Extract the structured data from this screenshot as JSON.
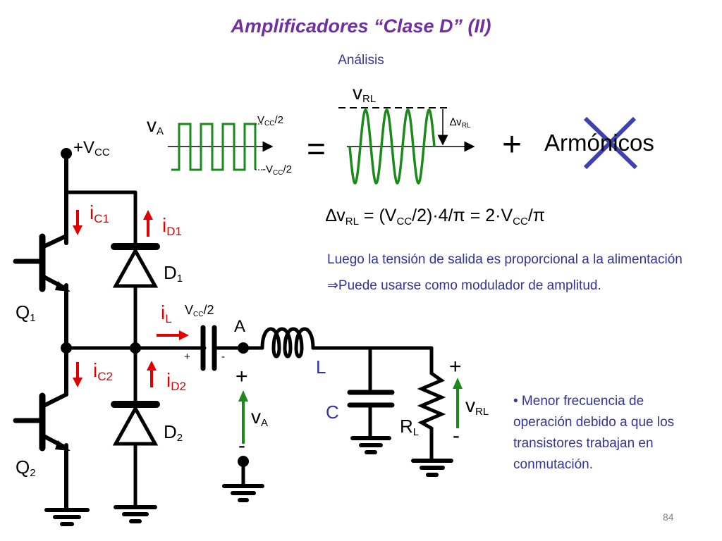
{
  "title": "Amplificadores “Clase D” (II)",
  "subtitle": "Análisis",
  "waveforms": {
    "vA_label": "v",
    "vA_sub": "A",
    "vcc_half_pos": "V",
    "vcc_half_pos_sub": "CC",
    "vcc_half_pos_tail": "/2",
    "vcc_half_neg": "-V",
    "vcc_half_neg_sub": "CC",
    "vcc_half_neg_tail": "/2",
    "equals": "=",
    "vRL_label": "v",
    "vRL_sub": "RL",
    "delta_vRL": "∆v",
    "delta_vRL_sub": "RL",
    "plus": "+",
    "armonicos": "Armónicos"
  },
  "formula": {
    "p1": "∆v",
    "s1": "RL",
    "p2": " = (V",
    "s2": "CC",
    "p3": "/2)·4/π = 2·V",
    "s3": "CC",
    "p4": "/π"
  },
  "paragraph": "Luego la tensión de salida es proporcional a la alimentación ⇒Puede usarse como modulador de amplitud.",
  "bullet": "• Menor frecuencia de operación debido a que los transistores trabajan en conmutación.",
  "circuit": {
    "vcc": "+V",
    "vcc_sub": "CC",
    "iC1": "i",
    "iC1_sub": "C1",
    "iD1": "i",
    "iD1_sub": "D1",
    "D1": "D",
    "D1_sub": "1",
    "Q1": "Q",
    "Q1_sub": "1",
    "iL": "i",
    "iL_sub": "L",
    "cap_vcc": "V",
    "cap_vcc_sub": "CC",
    "cap_vcc_tail": "/2",
    "cap_plus": "+",
    "cap_minus": "-",
    "A": "A",
    "L": "L",
    "iC2": "i",
    "iC2_sub": "C2",
    "iD2": "i",
    "iD2_sub": "D2",
    "D2": "D",
    "D2_sub": "2",
    "Q2": "Q",
    "Q2_sub": "2",
    "vA_plus": "+",
    "vA": "v",
    "vA_sub": "A",
    "vA_minus": "-",
    "C": "C",
    "RL": "R",
    "RL_sub": "L",
    "vRL_plus": "+",
    "vRL": "v",
    "vRL_sub": "RL",
    "vRL_minus": "-"
  },
  "page_number": "84",
  "colors": {
    "title": "#7030A0",
    "text_blue": "#3333A0",
    "current_red": "#e00000",
    "voltage_green": "#1a8a1a",
    "cross": "#4040B0"
  }
}
